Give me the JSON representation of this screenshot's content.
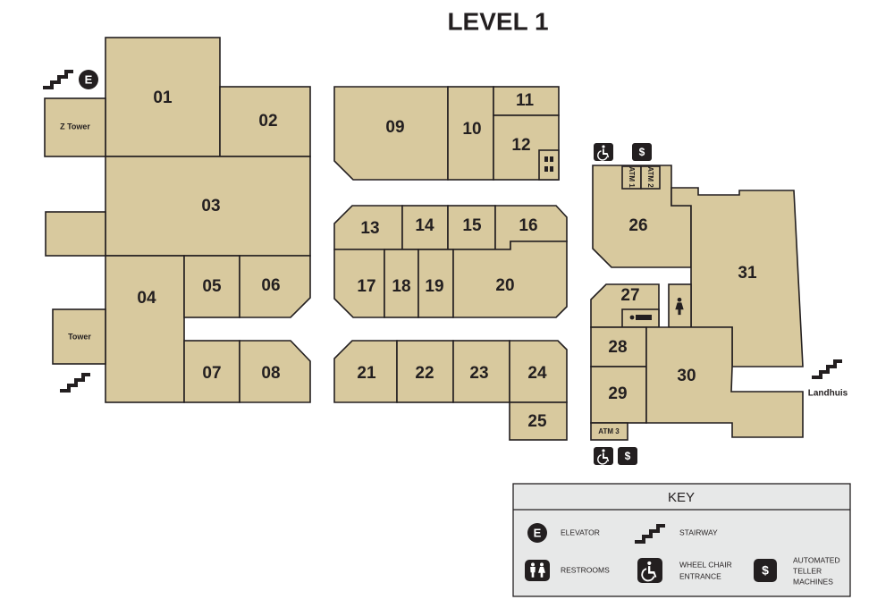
{
  "title": "LEVEL 1",
  "units": [
    {
      "id": "u01",
      "label": "01"
    },
    {
      "id": "u02",
      "label": "02"
    },
    {
      "id": "u03",
      "label": "03"
    },
    {
      "id": "u04",
      "label": "04"
    },
    {
      "id": "u05",
      "label": "05"
    },
    {
      "id": "u06",
      "label": "06"
    },
    {
      "id": "u07",
      "label": "07"
    },
    {
      "id": "u08",
      "label": "08"
    },
    {
      "id": "u09",
      "label": "09"
    },
    {
      "id": "u10",
      "label": "10"
    },
    {
      "id": "u11",
      "label": "11"
    },
    {
      "id": "u12",
      "label": "12"
    },
    {
      "id": "u13",
      "label": "13"
    },
    {
      "id": "u14",
      "label": "14"
    },
    {
      "id": "u15",
      "label": "15"
    },
    {
      "id": "u16",
      "label": "16"
    },
    {
      "id": "u17",
      "label": "17"
    },
    {
      "id": "u18",
      "label": "18"
    },
    {
      "id": "u19",
      "label": "19"
    },
    {
      "id": "u20",
      "label": "20"
    },
    {
      "id": "u21",
      "label": "21"
    },
    {
      "id": "u22",
      "label": "22"
    },
    {
      "id": "u23",
      "label": "23"
    },
    {
      "id": "u24",
      "label": "24"
    },
    {
      "id": "u25",
      "label": "25"
    },
    {
      "id": "u26",
      "label": "26"
    },
    {
      "id": "u27",
      "label": "27"
    },
    {
      "id": "u28",
      "label": "28"
    },
    {
      "id": "u29",
      "label": "29"
    },
    {
      "id": "u30",
      "label": "30"
    },
    {
      "id": "u31",
      "label": "31"
    }
  ],
  "areas": {
    "z_tower": "Z Tower",
    "tower": "Tower",
    "landhuis": "Landhuis",
    "atm1": "ATM 1",
    "atm2": "ATM 2",
    "atm3": "ATM 3"
  },
  "key": {
    "title": "KEY",
    "elevator": "ELEVATOR",
    "stairway": "STAIRWAY",
    "restrooms": "RESTROOMS",
    "wheelchair": [
      "WHEEL CHAIR",
      "ENTRANCE"
    ],
    "atm": [
      "AUTOMATED",
      "TELLER",
      "MACHINES"
    ]
  },
  "icons": {
    "elevator": "E",
    "atm": "$"
  },
  "colors": {
    "unit_fill": "#d8c99e",
    "outline": "#231f20",
    "key_background": "#e7e8e8"
  }
}
